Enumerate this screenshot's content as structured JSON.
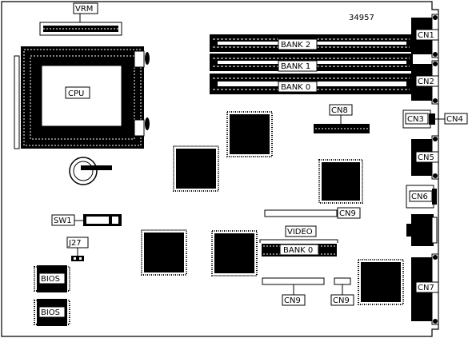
{
  "diagram": {
    "figure_number": "34957",
    "labels": {
      "vrm": "VRM",
      "cpu": "CPU",
      "bank2": "BANK 2",
      "bank1": "BANK 1",
      "bank0": "BANK 0",
      "cn1": "CN1",
      "cn2": "CN2",
      "cn3": "CN3",
      "cn4": "CN4",
      "cn5": "CN5",
      "cn6": "CN6",
      "cn7": "CN7",
      "cn8": "CN8",
      "cn9_top": "CN9",
      "cn9_bottom_left": "CN9",
      "cn9_bottom_right": "CN9",
      "sw1": "SW1",
      "j27": "J27",
      "video": "VIDEO",
      "video_bank0": "BANK 0",
      "bios_top": "BIOS",
      "bios_bottom": "BIOS"
    }
  }
}
